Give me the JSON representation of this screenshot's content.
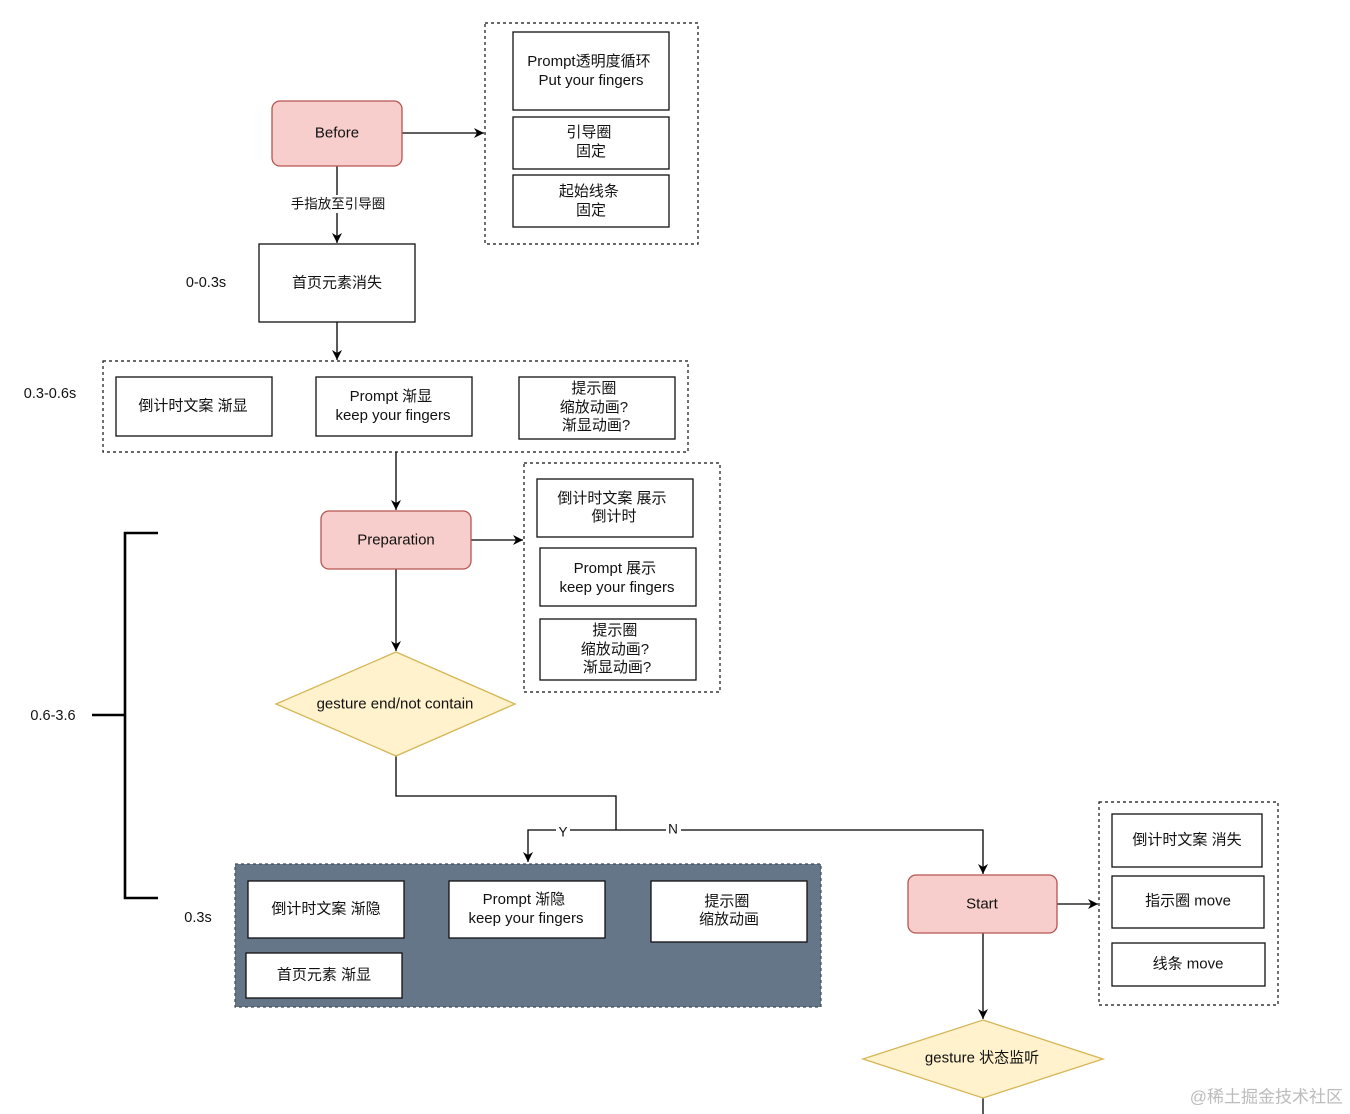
{
  "colors": {
    "terminal_fill": "#f8cecc",
    "terminal_stroke": "#b85450",
    "decision_fill": "#fff2cc",
    "decision_stroke": "#d6b656",
    "group_dark_fill": "#647687",
    "line": "#000000",
    "watermark": "#bcbcbc"
  },
  "before": {
    "label": "Before",
    "edge_label": "手指放至引导圈",
    "details": [
      {
        "lines": [
          "Prompt透明度循环",
          "Put your fingers"
        ]
      },
      {
        "lines": [
          "引导圈",
          "固定"
        ]
      },
      {
        "lines": [
          "起始线条",
          "固定"
        ]
      }
    ]
  },
  "phase_hide": {
    "time": "0-0.3s",
    "label": "首页元素消失"
  },
  "phase_show": {
    "time": "0.3-0.6s",
    "items": [
      {
        "lines": [
          "倒计时文案 渐显"
        ]
      },
      {
        "lines": [
          "Prompt 渐显",
          "keep your fingers"
        ]
      },
      {
        "lines": [
          "提示圈",
          "缩放动画?",
          "渐显动画?"
        ]
      }
    ]
  },
  "preparation": {
    "time": "0.6-3.6",
    "label": "Preparation",
    "details": [
      {
        "lines": [
          "倒计时文案 展示",
          "倒计时"
        ]
      },
      {
        "lines": [
          "Prompt 展示",
          "keep your fingers"
        ]
      },
      {
        "lines": [
          "提示圈",
          "缩放动画?",
          "渐显动画?"
        ]
      }
    ],
    "decision": "gesture end/not contain",
    "yes_label": "Y",
    "no_label": "N"
  },
  "cancel": {
    "time": "0.3s",
    "items": [
      {
        "lines": [
          "倒计时文案 渐隐"
        ]
      },
      {
        "lines": [
          "Prompt 渐隐",
          "keep your fingers"
        ]
      },
      {
        "lines": [
          "提示圈",
          "缩放动画"
        ]
      },
      {
        "lines": [
          "首页元素 渐显"
        ]
      }
    ]
  },
  "start": {
    "label": "Start",
    "details": [
      {
        "lines": [
          "倒计时文案 消失"
        ]
      },
      {
        "lines": [
          "指示圈 move"
        ]
      },
      {
        "lines": [
          "线条 move"
        ]
      }
    ],
    "decision": "gesture 状态监听"
  },
  "watermark": "@稀土掘金技术社区"
}
